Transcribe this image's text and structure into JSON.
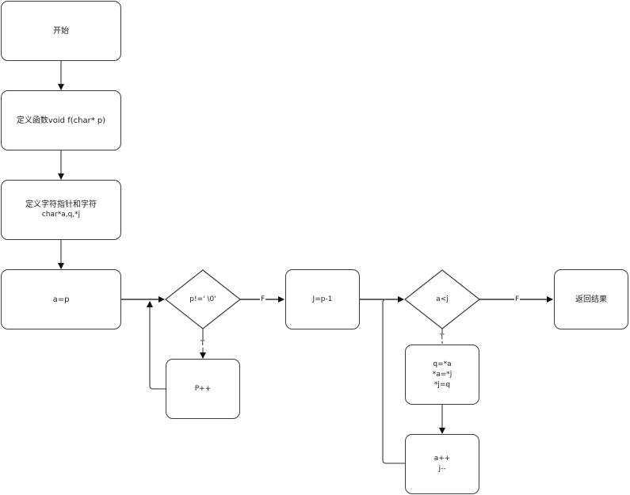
{
  "flowchart": {
    "nodes": {
      "start": "开始",
      "define_func": "定义函数void f(char* p)",
      "define_vars_line1": "定义字符指针和字符",
      "define_vars_line2": "char*a,q,*j",
      "assign_a": "a=p",
      "cond_p": "p!=' \\0'",
      "p_inc": "P++",
      "assign_j": "J=p-1",
      "cond_a_lt_j": "a<j",
      "swap_line1": "q=*a",
      "swap_line2": "*a=*j",
      "swap_line3": "*j=q",
      "inc_dec_line1": "a++",
      "inc_dec_line2": "j--",
      "return": "返回结果"
    },
    "edge_labels": {
      "cond_p_true": "T",
      "cond_p_false": "F",
      "cond_a_lt_j_true": "T",
      "cond_a_lt_j_false": "F"
    }
  }
}
